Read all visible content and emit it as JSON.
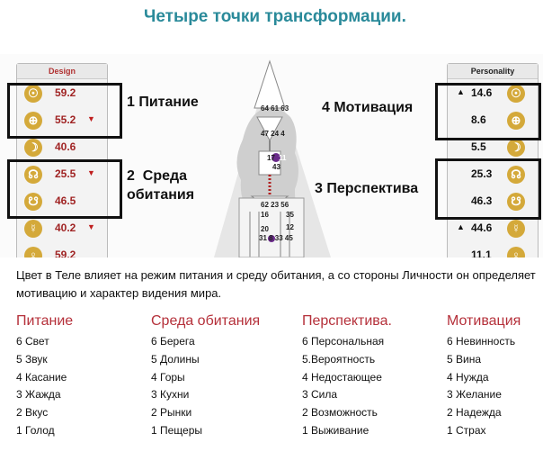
{
  "title": "Четыре точки трансформации.",
  "design": {
    "header": "Design",
    "color": "#a02424",
    "rows": [
      {
        "icon": "sun-icon",
        "glyph": "☉",
        "value": "59.2",
        "arrow": ""
      },
      {
        "icon": "earth-icon",
        "glyph": "⊕",
        "value": "55.2",
        "arrow": "▼"
      },
      {
        "icon": "moon-icon",
        "glyph": "☽",
        "value": "40.6",
        "arrow": ""
      },
      {
        "icon": "north-node-icon",
        "glyph": "☊",
        "value": "25.5",
        "arrow": "▼"
      },
      {
        "icon": "south-node-icon",
        "glyph": "☋",
        "value": "46.5",
        "arrow": ""
      },
      {
        "icon": "mercury-icon",
        "glyph": "☿",
        "value": "40.2",
        "arrow": "▼"
      },
      {
        "icon": "venus-icon",
        "glyph": "♀",
        "value": "59.2",
        "arrow": ""
      }
    ]
  },
  "personality": {
    "header": "Personality",
    "color": "#111111",
    "rows": [
      {
        "icon": "sun-icon",
        "glyph": "☉",
        "value": "14.6",
        "arrow": "▲"
      },
      {
        "icon": "earth-icon",
        "glyph": "⊕",
        "value": "8.6",
        "arrow": ""
      },
      {
        "icon": "moon-icon",
        "glyph": "☽",
        "value": "5.5",
        "arrow": ""
      },
      {
        "icon": "north-node-icon",
        "glyph": "☊",
        "value": "25.3",
        "arrow": ""
      },
      {
        "icon": "south-node-icon",
        "glyph": "☋",
        "value": "46.3",
        "arrow": ""
      },
      {
        "icon": "mercury-icon",
        "glyph": "☿",
        "value": "44.6",
        "arrow": "▲"
      },
      {
        "icon": "venus-icon",
        "glyph": "♀",
        "value": "11.1",
        "arrow": ""
      }
    ]
  },
  "labels": {
    "nutrition": "1 Питание",
    "environment": "2  Среда\nобитания",
    "motivation": "4 Мотивация",
    "perspective": "3 Перспектива"
  },
  "gates": {
    "head": "64 61 63",
    "ajna": "47 24 4",
    "throat_a": "17",
    "throat_b": "11",
    "throat_c": "43",
    "g_center": "62 23 56",
    "g_left": "16",
    "g_right": "35",
    "g_right2": "12",
    "spleen": "20",
    "bottom": "31 8 33 45"
  },
  "caption": "Цвет в Теле влияет на режим питания и среду обитания, а со стороны Личности он определяет мотивацию и характер видения мира.",
  "categories": [
    {
      "title": "Питание",
      "items": [
        "6 Свет",
        "5 Звук",
        "4 Касание",
        "3 Жажда",
        "2 Вкус",
        "1 Голод"
      ]
    },
    {
      "title": "Среда обитания",
      "items": [
        "6 Берега",
        "5 Долины",
        "4 Горы",
        "3 Кухни",
        "2 Рынки",
        "1 Пещеры"
      ]
    },
    {
      "title": "Перспектива.",
      "items": [
        "6 Персональная",
        "5.Вероятность",
        "4 Недостающее",
        "3 Сила",
        "2 Возможность",
        "1 Выживание"
      ]
    },
    {
      "title": "Мотивация",
      "items": [
        "6 Невинность",
        "5 Вина",
        "4 Нужда",
        "3 Желание",
        "2 Надежда",
        "1 Страх"
      ]
    }
  ]
}
